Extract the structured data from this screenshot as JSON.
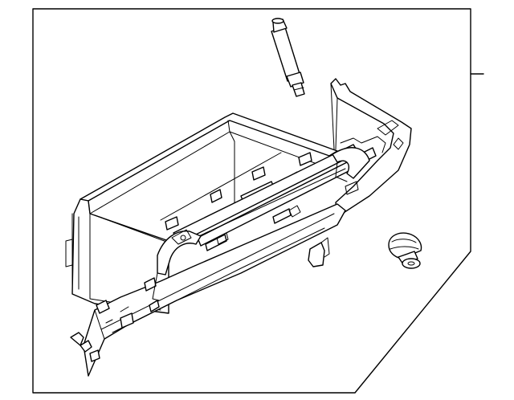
{
  "diagram": {
    "type": "exploded parts illustration",
    "parts": [
      {
        "name": "glove-box-assembly"
      },
      {
        "name": "lamp-bulb"
      },
      {
        "name": "bumper-stop"
      }
    ],
    "line_color": "#000000",
    "background_color": "#ffffff"
  }
}
